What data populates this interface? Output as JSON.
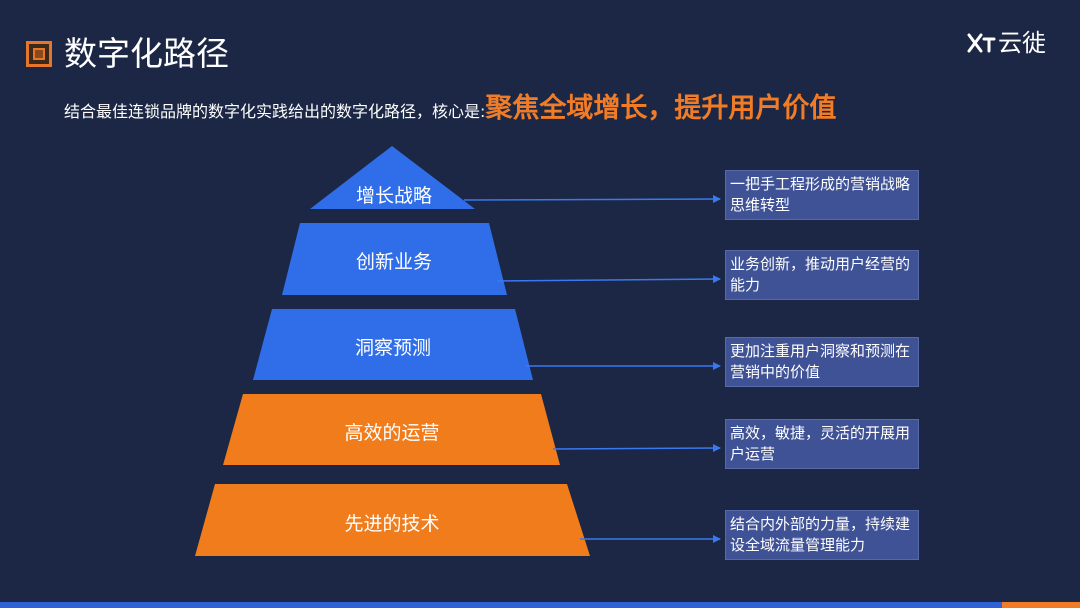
{
  "header": {
    "title": "数字化路径",
    "logo_text": "云徙",
    "logo_icon": "xt-mark-icon"
  },
  "subtitle": {
    "lead": "结合最佳连锁品牌的数字化实践给出的数字化路径，核心是:",
    "core": "聚焦全域增长，提升用户价值"
  },
  "pyramid": {
    "tiers": [
      {
        "label": "增长战略",
        "color": "#2f6ee8",
        "description": "一把手工程形成的营销战略思维转型"
      },
      {
        "label": "创新业务",
        "color": "#2f6ee8",
        "description": "业务创新，推动用户经营的能力"
      },
      {
        "label": "洞察预测",
        "color": "#2f6ee8",
        "description": "更加注重用户洞察和预测在营销中的价值"
      },
      {
        "label": "高效的运营",
        "color": "#f07c1c",
        "description": "高效，敏捷，灵活的开展用户运营"
      },
      {
        "label": "先进的技术",
        "color": "#f07c1c",
        "description": "结合内外部的力量，持续建设全域流量管理能力"
      }
    ]
  },
  "colors": {
    "background": "#1b2744",
    "accent_orange": "#f07c28",
    "accent_blue": "#2f6ee8",
    "description_box": "#3f5296"
  }
}
